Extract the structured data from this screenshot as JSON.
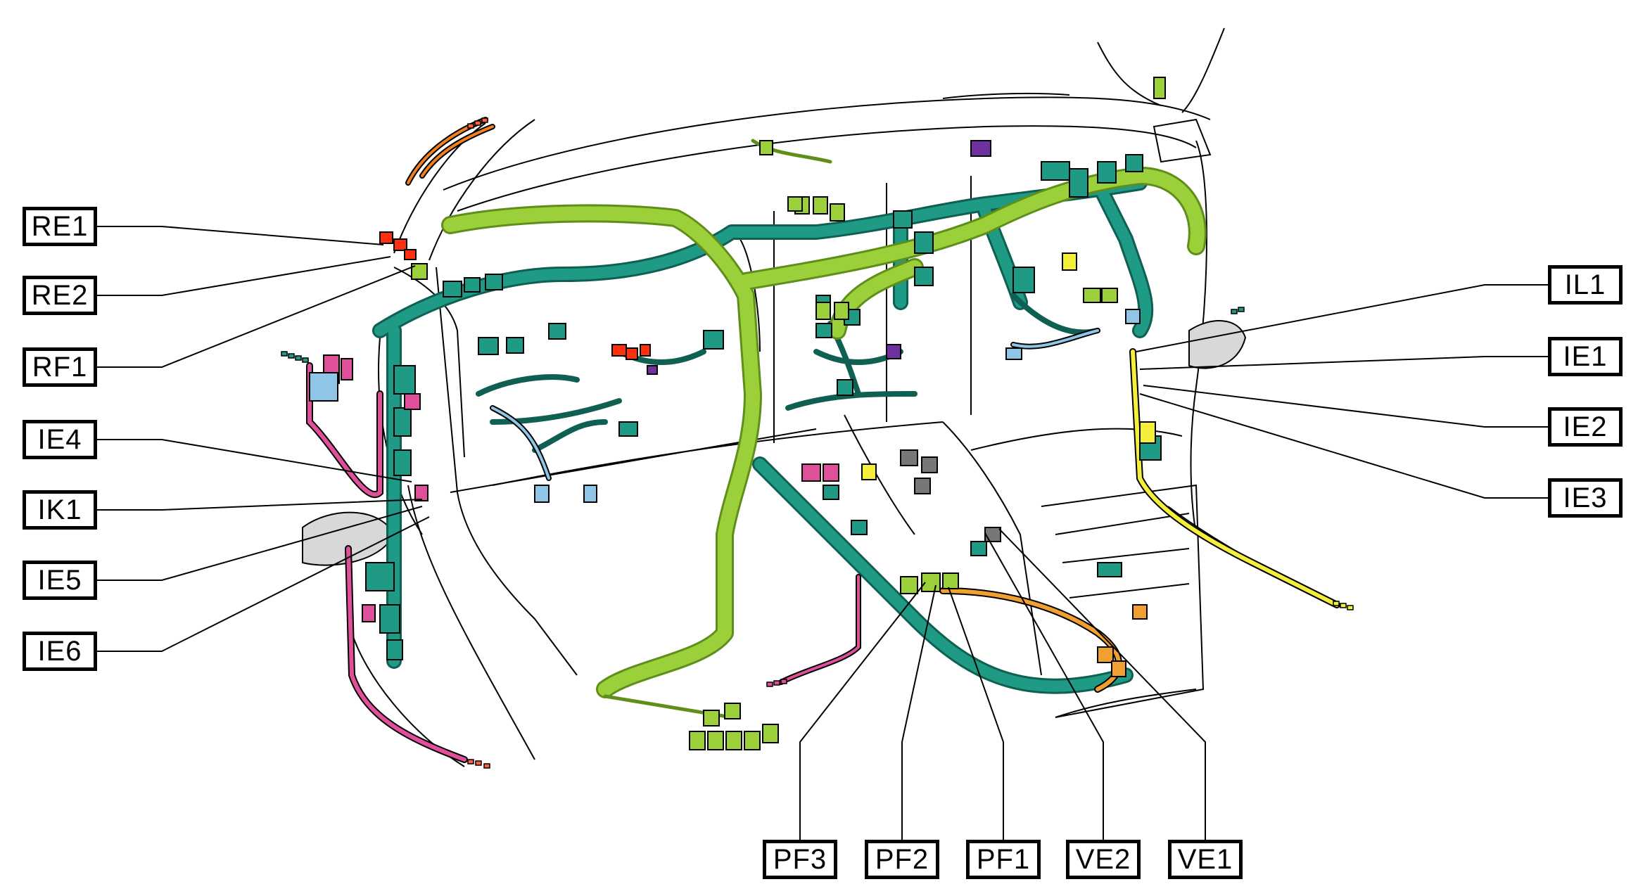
{
  "labels": {
    "RE1": "RE1",
    "RE2": "RE2",
    "RF1": "RF1",
    "IE4": "IE4",
    "IK1": "IK1",
    "IE5": "IE5",
    "IE6": "IE6",
    "IL1": "IL1",
    "IE1": "IE1",
    "IE2": "IE2",
    "IE3": "IE3",
    "PF3": "PF3",
    "PF2": "PF2",
    "PF1": "PF1",
    "VE2": "VE2",
    "VE1": "VE1"
  },
  "colors": {
    "harness_teal": "#1f9a84",
    "harness_dark": "#0f5f52",
    "harness_lime": "#9bd03a",
    "harness_lime_dark": "#5f8f1a",
    "harness_pink": "#e0509a",
    "harness_orange": "#f08020",
    "harness_yellow": "#f5ee3a",
    "harness_red": "#ff3010",
    "harness_purple": "#7030a0",
    "harness_blue": "#8fc6e8",
    "outline": "#000000"
  }
}
